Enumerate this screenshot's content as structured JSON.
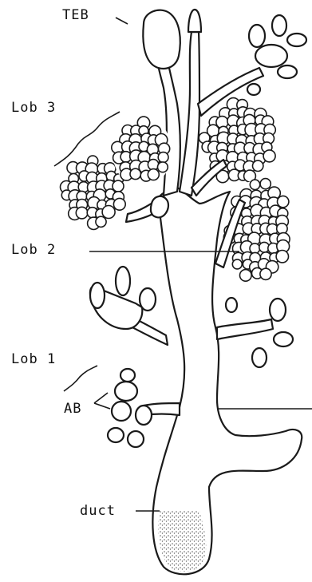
{
  "labels": {
    "teb": "TEB",
    "lob3": "Lob 3",
    "lob2": "Lob 2",
    "lob1": "Lob 1",
    "ab": "AB",
    "duct": "duct"
  },
  "colors": {
    "ink": "#1a1a1a",
    "background": "#ffffff"
  }
}
